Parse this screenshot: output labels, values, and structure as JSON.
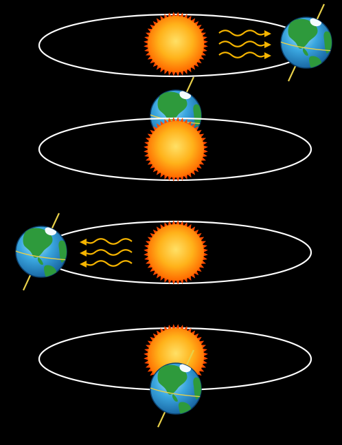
{
  "diagram": {
    "panels": [
      {
        "id": "panel-1",
        "earth_side": "right",
        "rays_toward": "right",
        "earth_in_front_of_sun": false
      },
      {
        "id": "panel-2",
        "earth_side": "top",
        "rays_toward": "none",
        "earth_in_front_of_sun": false
      },
      {
        "id": "panel-3",
        "earth_side": "left",
        "rays_toward": "left",
        "earth_in_front_of_sun": false
      },
      {
        "id": "panel-4",
        "earth_side": "bottom",
        "rays_toward": "none",
        "earth_in_front_of_sun": true
      }
    ]
  },
  "colors": {
    "background": "#000000",
    "orbit": "#ffffff",
    "sun_center": "#ffd84a",
    "sun_edge": "#ff6a00",
    "sun_spikes": "#ff4a00",
    "ocean": "#2a8fd0",
    "ocean_light": "#7fd3f5",
    "land": "#2e9a3c",
    "ice": "#f4fbff",
    "axis": "#e8d04a",
    "rays": "#f5b400"
  }
}
